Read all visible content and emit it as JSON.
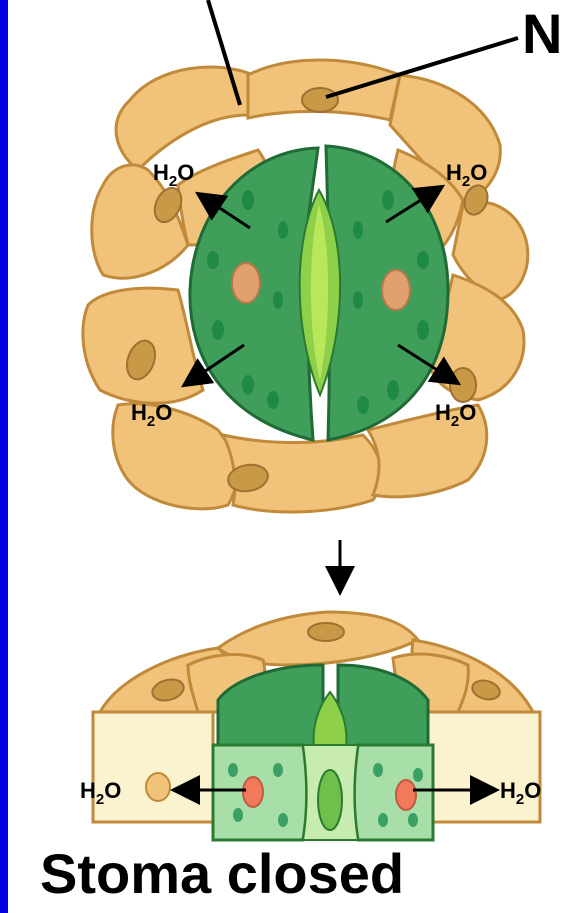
{
  "diagram": {
    "corner_label": "N",
    "water_labels": {
      "top_left": {
        "main": "H",
        "sub": "2",
        "tail": "O"
      },
      "top_right": {
        "main": "H",
        "sub": "2",
        "tail": "O"
      },
      "bottom_left": {
        "main": "H",
        "sub": "2",
        "tail": "O"
      },
      "bottom_right": {
        "main": "H",
        "sub": "2",
        "tail": "O"
      },
      "side_left": {
        "main": "H",
        "sub": "2",
        "tail": "O"
      },
      "side_right": {
        "main": "H",
        "sub": "2",
        "tail": "O"
      }
    },
    "caption": "Stoma closed"
  },
  "colors": {
    "background": "#0000e0",
    "epidermal_cell": "#f0c27a",
    "epidermal_outline": "#c08a3a",
    "guard_cell": "#3f9e5a",
    "guard_cell_light": "#7fc98a",
    "pore": "#8fd04a",
    "nucleus": "#e0a070"
  }
}
